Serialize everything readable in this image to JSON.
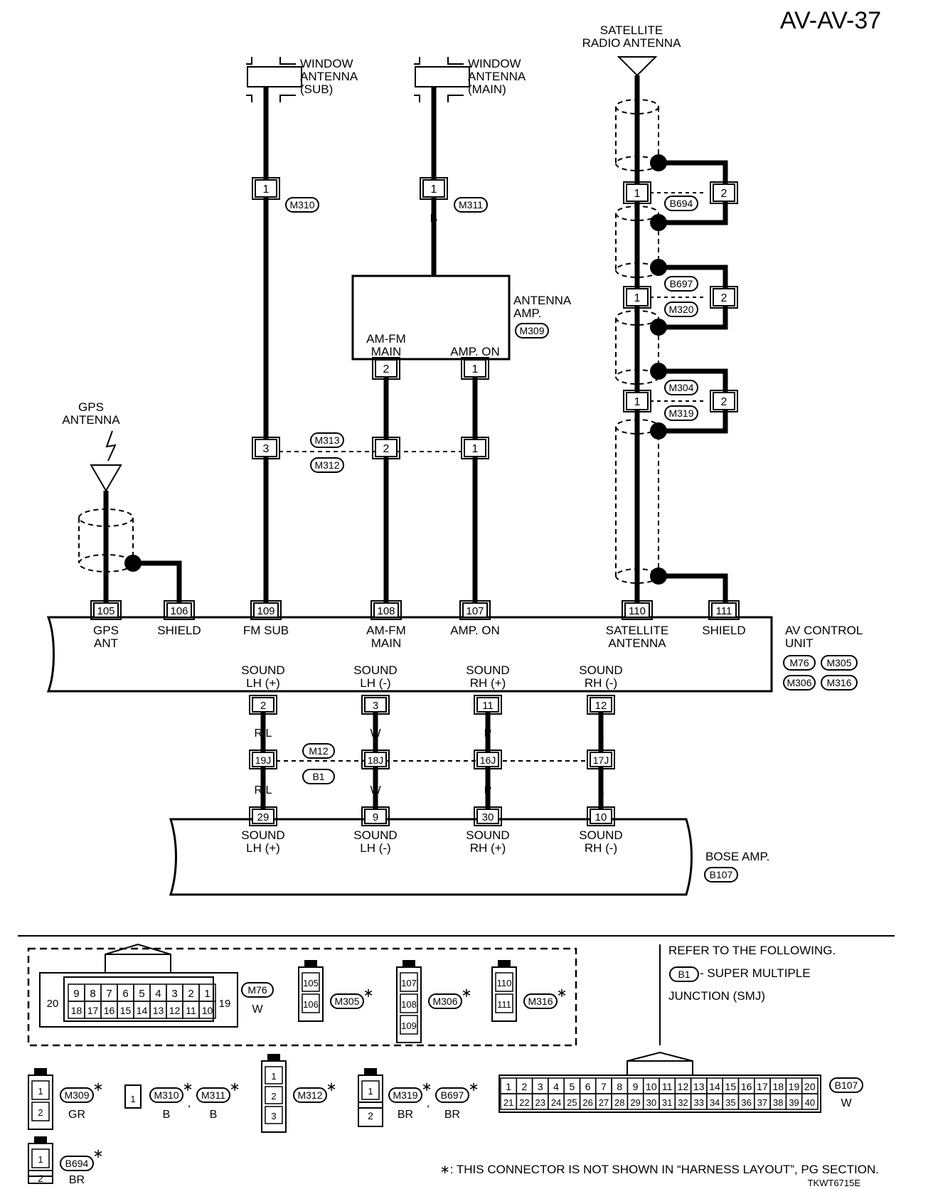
{
  "page": {
    "title": "AV-AV-37",
    "code": "TKWT6715E"
  },
  "components": {
    "window_antenna_sub": [
      "WINDOW",
      "ANTENNA",
      "(SUB)"
    ],
    "window_antenna_main": [
      "WINDOW",
      "ANTENNA",
      "(MAIN)"
    ],
    "satellite_antenna": [
      "SATELLITE",
      "RADIO ANTENNA"
    ],
    "gps_antenna": [
      "GPS",
      "ANTENNA"
    ],
    "antenna_amp": [
      "ANTENNA",
      "AMP."
    ],
    "antenna_amp_conn": "M309",
    "amp_term_amfm": [
      "AM-FM",
      "MAIN"
    ],
    "amp_term_ampon": "AMP. ON",
    "av_unit": [
      "AV CONTROL",
      "UNIT"
    ],
    "av_unit_conns": [
      "M76",
      "M305",
      "M306",
      "M316"
    ],
    "bose_amp": "BOSE AMP.",
    "bose_amp_conn": "B107"
  },
  "wire_colors": {
    "m311_b": "B"
  },
  "connectors": {
    "m310": {
      "pin": "1",
      "label": "M310"
    },
    "m311": {
      "pin": "1",
      "label": "M311"
    },
    "amp_pin_amfm": "2",
    "amp_pin_ampon": "1",
    "m313_m312": {
      "labels": [
        "M313",
        "M312"
      ],
      "pins": [
        "3",
        "2",
        "1"
      ]
    },
    "sat_b694": {
      "labels": [
        "B694"
      ],
      "pins": [
        "1",
        "2"
      ]
    },
    "sat_b697_m320": {
      "labels": [
        "B697",
        "M320"
      ],
      "pins": [
        "1",
        "2"
      ]
    },
    "sat_m304_m319": {
      "labels": [
        "M304",
        "M319"
      ],
      "pins": [
        "1",
        "2"
      ]
    }
  },
  "av_top_terminals": [
    {
      "pin": "105",
      "label": [
        "GPS",
        "ANT"
      ]
    },
    {
      "pin": "106",
      "label": [
        "SHIELD"
      ]
    },
    {
      "pin": "109",
      "label": [
        "FM SUB"
      ]
    },
    {
      "pin": "108",
      "label": [
        "AM-FM",
        "MAIN"
      ]
    },
    {
      "pin": "107",
      "label": [
        "AMP. ON"
      ]
    },
    {
      "pin": "110",
      "label": [
        "SATELLITE",
        "ANTENNA"
      ]
    },
    {
      "pin": "111",
      "label": [
        "SHIELD"
      ]
    }
  ],
  "sound_lines": [
    {
      "av_label": [
        "SOUND",
        "LH (+)"
      ],
      "av_pin": "2",
      "color": "R/L",
      "j_pin": "19J",
      "bose_pin": "29",
      "bose_label": [
        "SOUND",
        "LH (+)"
      ]
    },
    {
      "av_label": [
        "SOUND",
        "LH (-)"
      ],
      "av_pin": "3",
      "color": "W",
      "j_pin": "18J",
      "bose_pin": "9",
      "bose_label": [
        "SOUND",
        "LH (-)"
      ]
    },
    {
      "av_label": [
        "SOUND",
        "RH (+)"
      ],
      "av_pin": "11",
      "color": "P",
      "j_pin": "16J",
      "bose_pin": "30",
      "bose_label": [
        "SOUND",
        "RH (+)"
      ]
    },
    {
      "av_label": [
        "SOUND",
        "RH (-)"
      ],
      "av_pin": "12",
      "color": "L",
      "j_pin": "17J",
      "bose_pin": "10",
      "bose_label": [
        "SOUND",
        "RH (-)"
      ]
    }
  ],
  "junction_labels": [
    "M12",
    "B1"
  ],
  "refer": {
    "line1": "REFER TO THE FOLLOWING.",
    "tag": "B1",
    "line2": " - SUPER MULTIPLE",
    "line3": "JUNCTION (SMJ)"
  },
  "connector_faces": {
    "m76": {
      "label": "M76",
      "color": "W",
      "top_row": [
        "9",
        "8",
        "7",
        "6",
        "5",
        "4",
        "3",
        "2",
        "1"
      ],
      "bottom_row": [
        "18",
        "17",
        "16",
        "15",
        "14",
        "13",
        "12",
        "11",
        "10"
      ],
      "left": "20",
      "right": "19"
    },
    "m305": {
      "label": "M305",
      "pins": [
        "105",
        "106"
      ]
    },
    "m306": {
      "label": "M306",
      "pins": [
        "107",
        "108",
        "109"
      ]
    },
    "m316": {
      "label": "M316",
      "pins": [
        "110",
        "111"
      ]
    },
    "m309": {
      "label": "M309",
      "color": "GR",
      "pins": [
        "1",
        "2"
      ]
    },
    "m310_m311": {
      "labels": [
        "M310",
        "M311"
      ],
      "colors": [
        "B",
        "B"
      ],
      "pin": "1"
    },
    "m312": {
      "label": "M312",
      "pins": [
        "1",
        "2",
        "3"
      ]
    },
    "m319_b697": {
      "labels": [
        "M319",
        "B697"
      ],
      "colors": [
        "BR",
        "BR"
      ],
      "pins": [
        "1",
        "2"
      ]
    },
    "b694": {
      "label": "B694",
      "color": "BR",
      "pins": [
        "1",
        "2"
      ]
    },
    "b107": {
      "label": "B107",
      "color": "W",
      "top_row": [
        "1",
        "2",
        "3",
        "4",
        "5",
        "6",
        "7",
        "8",
        "9",
        "10",
        "11",
        "12",
        "13",
        "14",
        "15",
        "16",
        "17",
        "18",
        "19",
        "20"
      ],
      "bottom_row": [
        "21",
        "22",
        "23",
        "24",
        "25",
        "26",
        "27",
        "28",
        "29",
        "30",
        "31",
        "32",
        "33",
        "34",
        "35",
        "36",
        "37",
        "38",
        "39",
        "40"
      ]
    }
  },
  "footnote": "∗: THIS CONNECTOR IS NOT SHOWN IN “HARNESS LAYOUT”, PG SECTION.",
  "star": "∗"
}
